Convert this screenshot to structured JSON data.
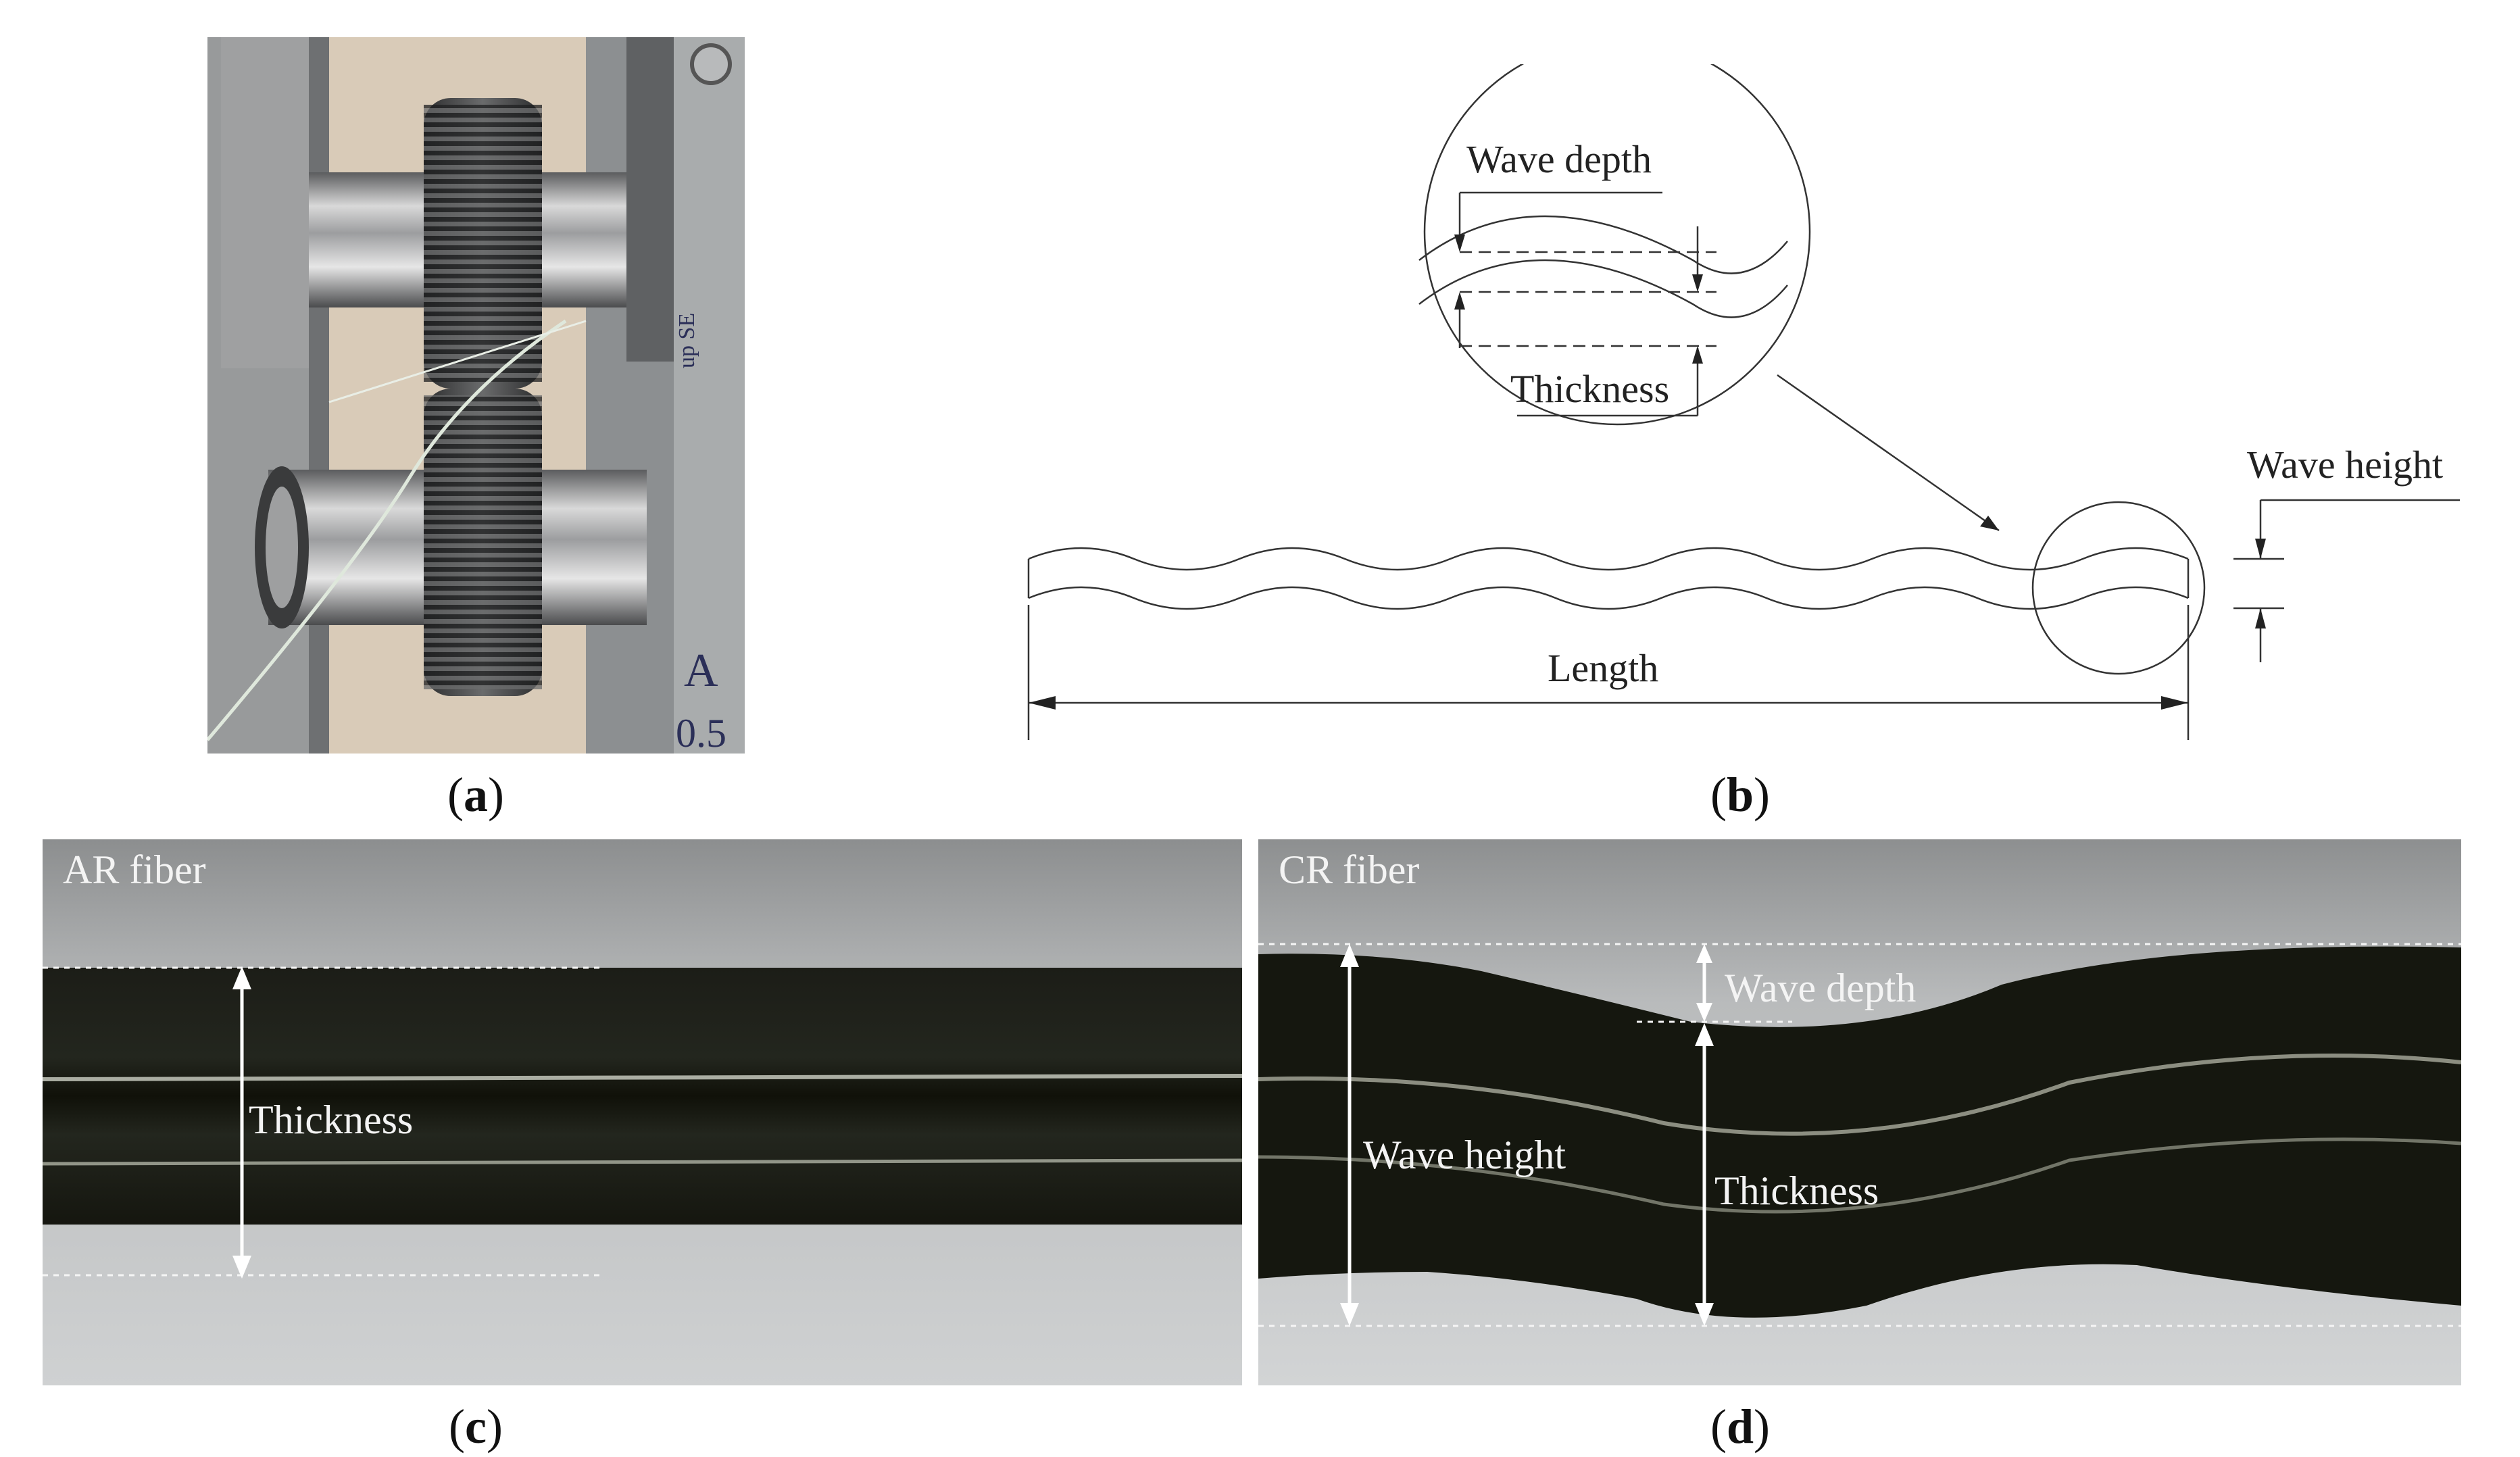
{
  "panels": {
    "a": {
      "caption_letter": "a",
      "photo_text": {
        "mark1": "A",
        "mark2": "0.5",
        "side_note": "up SE"
      }
    },
    "b": {
      "caption_letter": "b",
      "labels": {
        "wave_depth": "Wave depth",
        "thickness": "Thickness",
        "wave_height": "Wave height",
        "length": "Length"
      }
    },
    "c": {
      "caption_letter": "c",
      "title": "AR fiber",
      "thickness_label": "Thickness"
    },
    "d": {
      "caption_letter": "d",
      "title": "CR fiber",
      "wave_depth_label": "Wave depth",
      "wave_height_label": "Wave height",
      "thickness_label": "Thickness"
    }
  },
  "colors": {
    "diagram_line": "#333333",
    "photo_background": "#c9cacb",
    "fiber_dark": "#15170f",
    "annotation": "#ffffff"
  }
}
